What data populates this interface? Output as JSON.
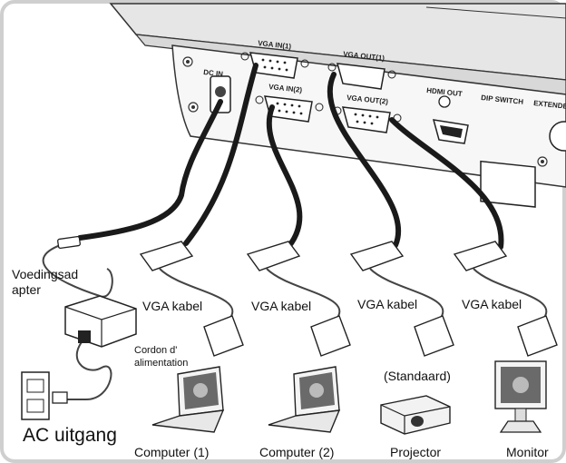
{
  "device_ports": {
    "dc_in": "DC IN",
    "vga_in_1": "VGA IN(1)",
    "vga_in_2": "VGA IN(2)",
    "vga_out_1": "VGA OUT(1)",
    "vga_out_2": "VGA OUT(2)",
    "hdmi_out": "HDMI OUT",
    "dip_switch": "DIP SWITCH",
    "extender": "EXTENDE"
  },
  "labels": {
    "power_adapter_line1": "Voedingsad",
    "power_adapter_line2": "apter",
    "power_cord_line1": "Cordon d'",
    "power_cord_line2": "alimentation",
    "ac_outlet": "AC uitgang",
    "standard": "(Standaard)"
  },
  "cables": [
    "VGA kabel",
    "VGA kabel",
    "VGA kabel",
    "VGA kabel"
  ],
  "devices": [
    "Computer (1)",
    "Computer (2)",
    "Projector",
    "Monitor"
  ],
  "colors": {
    "border": "#cfcfcf",
    "cable": "#1a1a1a",
    "device_body": "#f0f0f0"
  }
}
